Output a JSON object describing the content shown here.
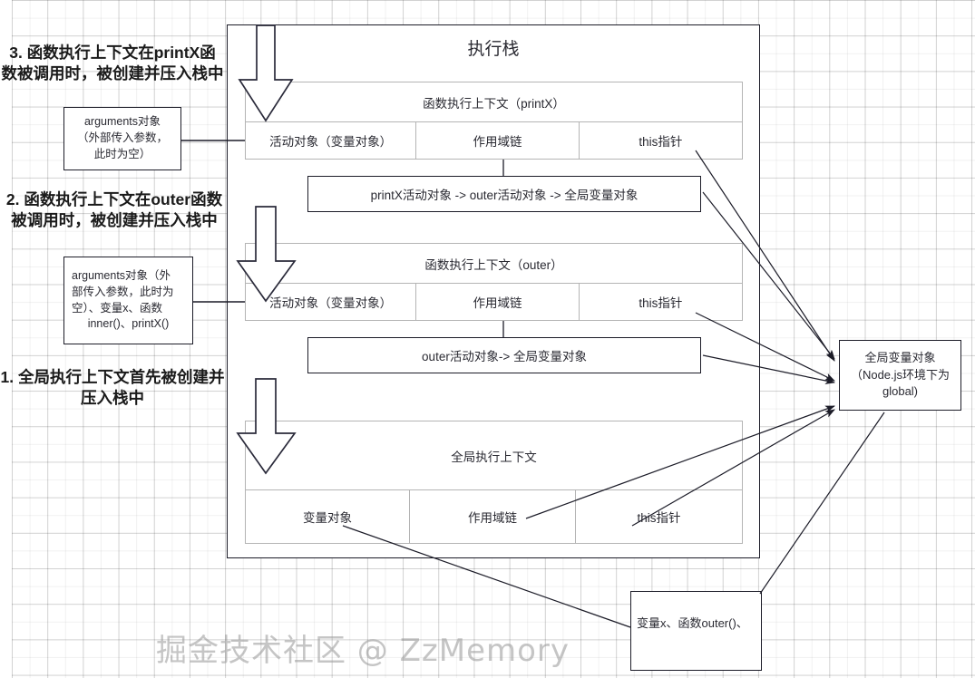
{
  "diagram": {
    "title": "执行栈",
    "annotations": [
      {
        "id": "step3",
        "line1": "3. 函数执行上下文在printX函",
        "line2": "数被调用时，被创建并压入栈中"
      },
      {
        "id": "step2",
        "line1": "2. 函数执行上下文在outer函数",
        "line2": "被调用时，被创建并压入栈中"
      },
      {
        "id": "step1",
        "line1": "1. 全局执行上下文首先被创建并",
        "line2": "压入栈中"
      }
    ],
    "arguments_boxes": [
      {
        "id": "printx-arguments",
        "lines": [
          "arguments对象",
          "（外部传入参数，",
          "此时为空）"
        ]
      },
      {
        "id": "outer-arguments",
        "lines": [
          "arguments对象（外",
          "部传入参数，此时为",
          "空）、变量x、函数",
          "inner()、printX()"
        ]
      }
    ],
    "contexts": [
      {
        "id": "printx-context",
        "header": "函数执行上下文（printX）",
        "cells": [
          "活动对象（变量对象）",
          "作用域链",
          "this指针"
        ],
        "scope_chain": "printX活动对象 -> outer活动对象 -> 全局变量对象"
      },
      {
        "id": "outer-context",
        "header": "函数执行上下文（outer）",
        "cells": [
          "活动对象（变量对象）",
          "作用域链",
          "this指针"
        ],
        "scope_chain": "outer活动对象-> 全局变量对象"
      },
      {
        "id": "global-context",
        "header": "全局执行上下文",
        "cells": [
          "变量对象",
          "作用域链",
          "this指针"
        ],
        "scope_chain": null
      }
    ],
    "global_object_box": {
      "id": "global-variable-object",
      "lines": [
        "全局变量对象",
        "（Node.js环境下为",
        "global)"
      ]
    },
    "global_vars_box": {
      "id": "global-variables",
      "text": "变量x、函数outer()、"
    },
    "watermark": "掘金技术社区 @ ZzMemory",
    "colors": {
      "stroke": "#1c1c28",
      "cell_stroke": "#b4b4b4",
      "text": "#2a2a32",
      "heading": "#1a1a1a",
      "grid": "#e8e8e8",
      "background": "#ffffff"
    }
  }
}
